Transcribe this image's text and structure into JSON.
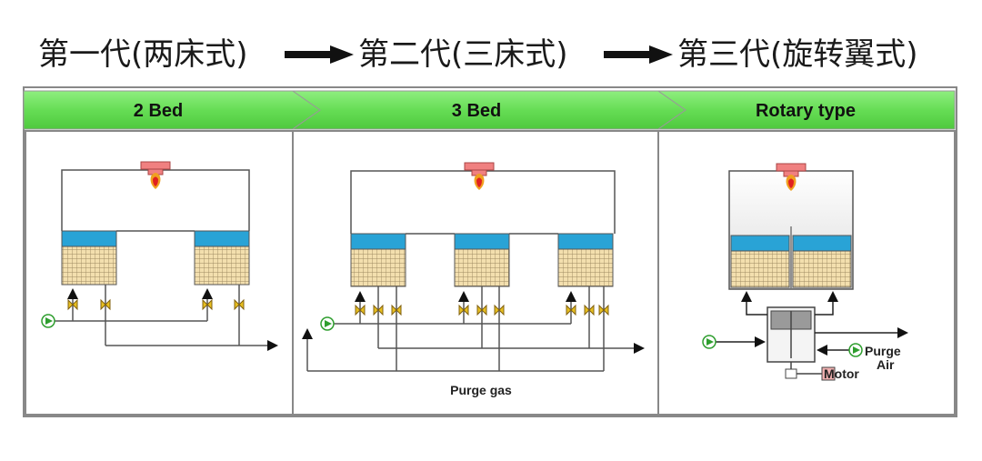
{
  "generations": [
    {
      "label": "第一代(两床式)"
    },
    {
      "label": "第二代(三床式)"
    },
    {
      "label": "第三代(旋转翼式)"
    }
  ],
  "panels": [
    {
      "header": "2 Bed"
    },
    {
      "header": "3 Bed",
      "caption": "Purge gas"
    },
    {
      "header": "Rotary type",
      "purge_label": "Purge",
      "air_label": "Air",
      "motor_label": "Motor"
    }
  ],
  "colors": {
    "header_green": "#66dd55",
    "media_blue": "#29a3d6",
    "burner_red": "#f08080",
    "valve_yellow": "#e8c020",
    "pump_green": "#2e9e2e"
  }
}
